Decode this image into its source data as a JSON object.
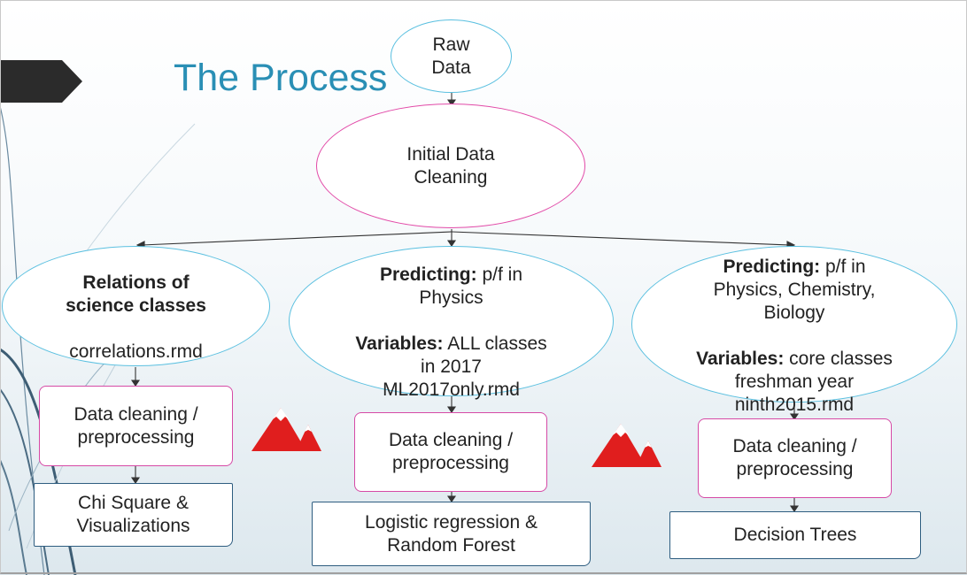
{
  "title": "The Process",
  "nodes": {
    "raw_data": "Raw\nData",
    "initial_cleaning": "Initial Data\nCleaning",
    "left_top": {
      "bold": "Relations of\nscience classes",
      "text": "correlations.rmd"
    },
    "mid_top": {
      "bold1": "Predicting:",
      "text1": " p/f in\nPhysics",
      "bold2": "Variables:",
      "text2": " ALL classes\nin 2017\nML2017only.rmd"
    },
    "right_top": {
      "bold1": "Predicting:",
      "text1": " p/f in\nPhysics, Chemistry,\nBiology",
      "bold2": "Variables:",
      "text2": " core classes\nfreshman year\nninth2015.rmd"
    },
    "left_clean": "Data cleaning /\npreprocessing",
    "mid_clean": "Data cleaning /\npreprocessing",
    "right_clean": "Data cleaning /\npreprocessing",
    "left_result": "Chi Square &\nVisualizations",
    "mid_result": "Logistic regression &\nRandom Forest",
    "right_result": "Decision Trees"
  },
  "colors": {
    "title": "#2a8fb5",
    "ellipse_border": "#5bc0e0",
    "pink_border": "#d64aa6",
    "result_border": "#2e5d80",
    "mountain": "#e01e1e"
  },
  "icons": [
    "mountain-icon",
    "mountain-icon"
  ]
}
